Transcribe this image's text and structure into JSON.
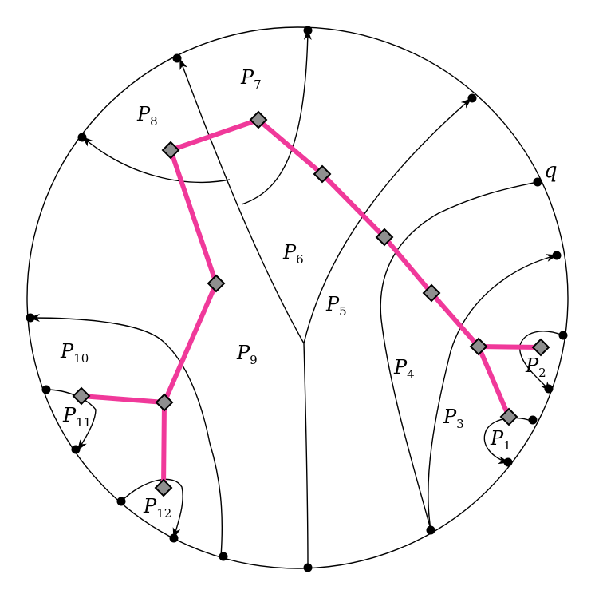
{
  "diagram": {
    "colors": {
      "tree": "#f0399a",
      "node_fill": "#8f8f8f",
      "stroke": "#000000",
      "background": "#ffffff"
    },
    "node_shape": "diamond",
    "region_labels": [
      {
        "id": "P1",
        "base": "P",
        "sub": "1"
      },
      {
        "id": "P2",
        "base": "P",
        "sub": "2"
      },
      {
        "id": "P3",
        "base": "P",
        "sub": "3"
      },
      {
        "id": "P4",
        "base": "P",
        "sub": "4"
      },
      {
        "id": "P5",
        "base": "P",
        "sub": "5"
      },
      {
        "id": "P6",
        "base": "P",
        "sub": "6"
      },
      {
        "id": "P7",
        "base": "P",
        "sub": "7"
      },
      {
        "id": "P8",
        "base": "P",
        "sub": "8"
      },
      {
        "id": "P9",
        "base": "P",
        "sub": "9"
      },
      {
        "id": "P10",
        "base": "P",
        "sub": "10"
      },
      {
        "id": "P11",
        "base": "P",
        "sub": "11"
      },
      {
        "id": "P12",
        "base": "P",
        "sub": "12"
      }
    ],
    "point_label": "q"
  }
}
